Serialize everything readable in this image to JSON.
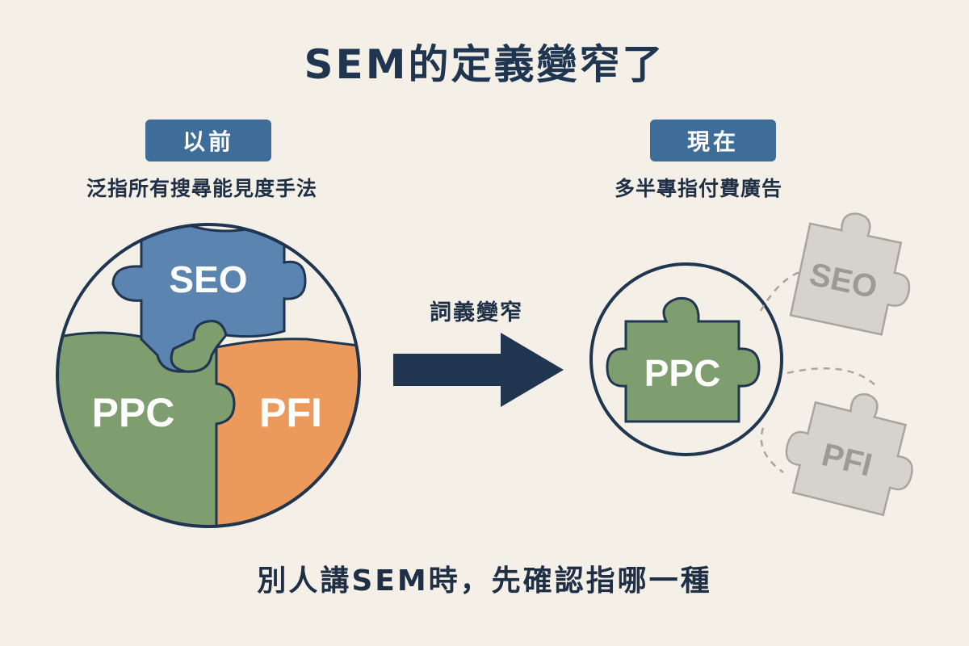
{
  "title": "SEM的定義變窄了",
  "before": {
    "badge": "以前",
    "subtitle": "泛指所有搜尋能見度手法",
    "pieces": {
      "seo": "SEO",
      "ppc": "PPC",
      "pfi": "PFI"
    }
  },
  "arrow": {
    "label": "詞義變窄"
  },
  "after": {
    "badge": "現在",
    "subtitle": "多半專指付費廣告",
    "pieces": {
      "ppc": "PPC",
      "seo": "SEO",
      "pfi": "PFI"
    }
  },
  "footer": "別人講SEM時，先確認指哪一種",
  "colors": {
    "background": "#f4f0e8",
    "navy": "#1f3550",
    "seo_blue": "#5b84b1",
    "ppc_green": "#7f9e6f",
    "pfi_orange": "#ec9a5c",
    "faded_gray": "#d6d3cd",
    "badge_blue": "#3f6d99"
  }
}
